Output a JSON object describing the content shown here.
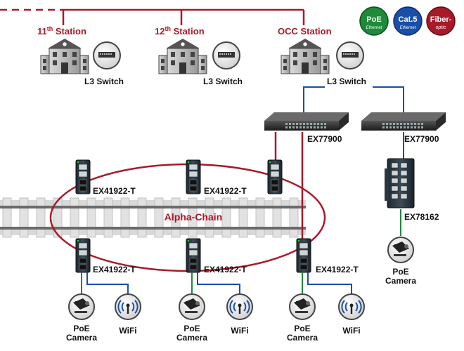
{
  "stations": [
    {
      "name_base": "11",
      "name_sup": "th",
      "name_rest": " Station",
      "switch_label": "L3 Switch"
    },
    {
      "name_base": "12",
      "name_sup": "th",
      "name_rest": " Station",
      "switch_label": "L3 Switch"
    },
    {
      "name_base": "OCC Station",
      "name_sup": "",
      "name_rest": "",
      "switch_label": "L3 Switch"
    }
  ],
  "legend": {
    "poe": {
      "title": "PoE",
      "sub": "Ethernet",
      "color": "#1e8a3a"
    },
    "cat5": {
      "title": "Cat.5",
      "sub": "Ethernet",
      "color": "#1a4fa8"
    },
    "fiber": {
      "title": "Fiber-",
      "sub": "optic",
      "color": "#a8192a"
    }
  },
  "core_switches": [
    {
      "model": "EX77900"
    },
    {
      "model": "EX77900"
    }
  ],
  "edge_switch": {
    "model": "EX78162"
  },
  "ring": {
    "label": "Alpha-Chain",
    "color": "#a8192a"
  },
  "ring_switches": [
    {
      "model": "EX41922-T"
    },
    {
      "model": "EX41922-T"
    },
    {
      "model": "EX41922-T"
    },
    {
      "model": "EX41922-T"
    },
    {
      "model": "EX41922-T"
    }
  ],
  "endpoints": {
    "camera_line1": "PoE",
    "camera_line2": "Camera",
    "wifi": "WiFi"
  },
  "colors": {
    "fiber": "#a8192a",
    "cat5": "#1a4fa8",
    "poe": "#1e8a3a",
    "label_red": "#a8192a"
  }
}
